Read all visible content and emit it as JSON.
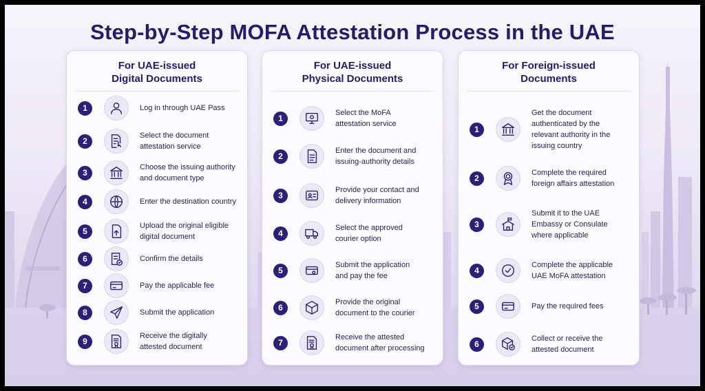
{
  "title": "Step-by-Step MOFA Attestation Process in the UAE",
  "colors": {
    "accent": "#2c1f7a",
    "title": "#261a6b",
    "background": "#eee9f6"
  },
  "columns": [
    {
      "heading": [
        "For UAE-issued",
        "Digital Documents"
      ],
      "steps": [
        {
          "num": "1",
          "icon": "user-icon",
          "lines": [
            "Log in through UAE Pass"
          ]
        },
        {
          "num": "2",
          "icon": "document-pointer-icon",
          "lines": [
            "Select the document",
            "attestation service"
          ]
        },
        {
          "num": "3",
          "icon": "bank-icon",
          "lines": [
            "Choose the issuing authority",
            "and document type"
          ]
        },
        {
          "num": "4",
          "icon": "globe-icon",
          "lines": [
            "Enter the destination country"
          ]
        },
        {
          "num": "5",
          "icon": "upload-document-icon",
          "lines": [
            "Upload the original eligible",
            "digital document"
          ]
        },
        {
          "num": "6",
          "icon": "checklist-icon",
          "lines": [
            "Confirm the details"
          ]
        },
        {
          "num": "7",
          "icon": "credit-card-icon",
          "lines": [
            "Pay the applicable fee"
          ]
        },
        {
          "num": "8",
          "icon": "send-icon",
          "lines": [
            "Submit the application"
          ]
        },
        {
          "num": "9",
          "icon": "certificate-icon",
          "lines": [
            "Receive the digitally",
            "attested document"
          ]
        }
      ]
    },
    {
      "heading": [
        "For UAE-issued",
        "Physical Documents"
      ],
      "steps": [
        {
          "num": "1",
          "icon": "monitor-gear-icon",
          "lines": [
            "Select the MoFA",
            "attestation service"
          ]
        },
        {
          "num": "2",
          "icon": "document-icon",
          "lines": [
            "Enter the document and",
            "issuing-authority details"
          ]
        },
        {
          "num": "3",
          "icon": "contact-card-icon",
          "lines": [
            "Provide your contact and",
            "delivery information"
          ]
        },
        {
          "num": "4",
          "icon": "truck-icon",
          "lines": [
            "Select the approved",
            "courier option"
          ]
        },
        {
          "num": "5",
          "icon": "payment-card-icon",
          "lines": [
            "Submit the application",
            "and pay the fee"
          ]
        },
        {
          "num": "6",
          "icon": "package-icon",
          "lines": [
            "Provide the original",
            "document to the courier"
          ]
        },
        {
          "num": "7",
          "icon": "certificate-icon",
          "lines": [
            "Receive the attested",
            "document after processing"
          ]
        }
      ]
    },
    {
      "heading": [
        "For Foreign-issued",
        "Documents"
      ],
      "steps": [
        {
          "num": "1",
          "icon": "bank-icon",
          "lines": [
            "Get the document",
            "authenticated by the",
            "relevant authority in the",
            "issuing country"
          ]
        },
        {
          "num": "2",
          "icon": "award-seal-icon",
          "lines": [
            "Complete the required",
            "foreign affairs attestation"
          ]
        },
        {
          "num": "3",
          "icon": "embassy-icon",
          "lines": [
            "Submit it to the UAE",
            "Embassy or Consulate",
            "where applicable"
          ]
        },
        {
          "num": "4",
          "icon": "check-circle-icon",
          "lines": [
            "Complete the applicable",
            "UAE MoFA attestation"
          ]
        },
        {
          "num": "5",
          "icon": "credit-card-icon",
          "lines": [
            "Pay the required fees"
          ]
        },
        {
          "num": "6",
          "icon": "package-check-icon",
          "lines": [
            "Collect or receive the",
            "attested document"
          ]
        }
      ]
    }
  ]
}
